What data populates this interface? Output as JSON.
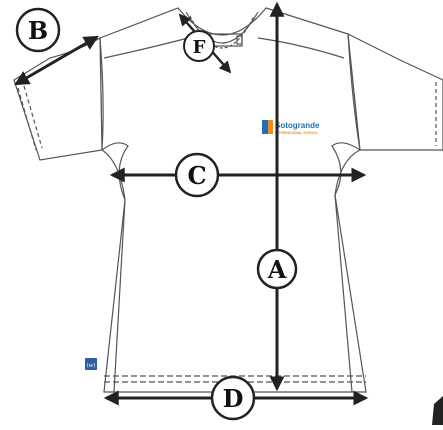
{
  "labels": {
    "a": "A",
    "b": "B",
    "c": "C",
    "d": "D",
    "f": "F"
  },
  "logo": {
    "name": "Sotogrande",
    "tagline": "INTERNATIONAL SCHOOL"
  },
  "badge_text": "(w)",
  "colors": {
    "outline": "#555555",
    "arrow": "#222222",
    "logo_blue": "#1e6fb8",
    "logo_orange": "#f08a1c",
    "badge": "#2a5ea6"
  }
}
